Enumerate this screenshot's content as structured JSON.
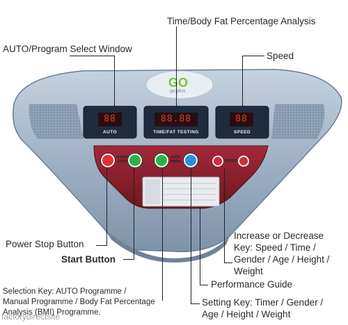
{
  "labels": {
    "time_fat": "Time/Body Fat Percentage Analysis",
    "auto_program": "AUTO/Program Select Window",
    "speed": "Speed",
    "power_stop": "Power Stop Button",
    "start": "Start Button",
    "increase_decrease": [
      "Increase or Decrease",
      "Key: Speed / Time /",
      "Gender / Age / Height /",
      "Weight"
    ],
    "performance": "Performance Guide",
    "setting_key": [
      "Setting Key: Timer / Gender /",
      "Age / Height / Weight"
    ],
    "selection_key": [
      "Selection Key: AUTO Programme /",
      "Manual Programme / Body Fat Percentage",
      "Analysis (BMI) Programme."
    ]
  },
  "device": {
    "logo": "GO",
    "logo_sub": "go plus",
    "display_auto": "88",
    "display_auto_caption": "AUTO",
    "display_time": "88.88",
    "display_time_caption": "TIME/FAT TESTING",
    "display_speed": "88",
    "display_speed_caption": "SPEED",
    "start_stop_caption": [
      "START",
      "STOP"
    ],
    "auto_caption": [
      "AUTO",
      "PROG."
    ],
    "speed_caption": "SPEED"
  },
  "watermark": "factorydirectsite",
  "colors": {
    "shell": "#9fb1c4",
    "panel": "#1f2c40",
    "red_panel": "#8e1f2a",
    "red_button": "#e0303a",
    "green_button": "#2fb04a",
    "blue_button": "#2c8fd8"
  }
}
